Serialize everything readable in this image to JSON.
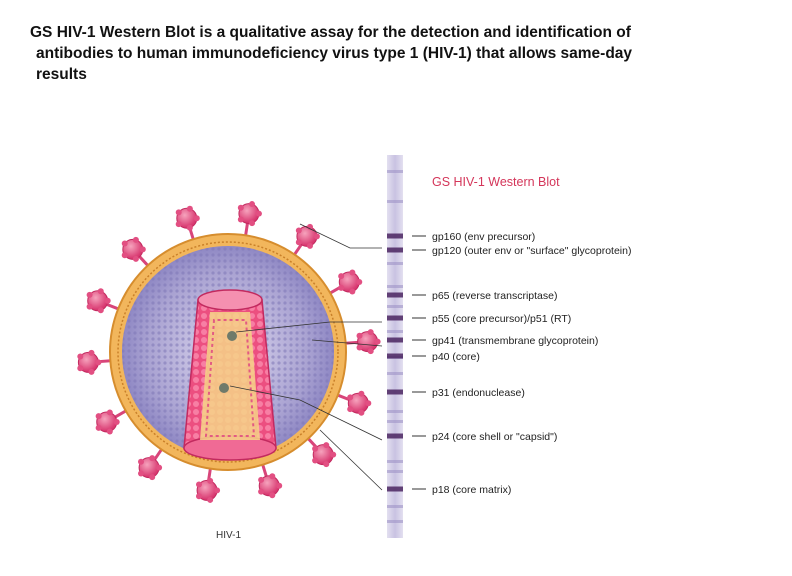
{
  "slide": {
    "title_line1": "GS HIV-1 Western Blot is a qualitative assay for the detection and identification of",
    "title_line2": "antibodies to human immunodeficiency  virus type 1 (HIV-1) that allows same-day",
    "title_line3": "results"
  },
  "diagram": {
    "virus_label": "HIV-1",
    "blot_title": "GS HIV-1 Western Blot",
    "bands": [
      {
        "id": "gp160",
        "label": "gp160 (env precursor)"
      },
      {
        "id": "gp120",
        "label": "gp120 (outer env or \"surface\" glycoprotein)"
      },
      {
        "id": "p65",
        "label": "p65 (reverse transcriptase)"
      },
      {
        "id": "p55",
        "label": "p55 (core precursor)/p51 (RT)"
      },
      {
        "id": "gp41",
        "label": "gp41 (transmembrane glycoprotein)"
      },
      {
        "id": "p40",
        "label": "p40 (core)"
      },
      {
        "id": "p31",
        "label": "p31 (endonuclease)"
      },
      {
        "id": "p24",
        "label": "p24 (core shell or \"capsid\")"
      },
      {
        "id": "p18",
        "label": "p18 (core matrix)"
      }
    ],
    "colors": {
      "envelope": "#f2b65c",
      "spike": "#e0447a",
      "capsid": "#ee5a87",
      "matrix": "#b4aed8",
      "strip_band": "#4a2560",
      "blot_title": "#d4365a"
    }
  }
}
